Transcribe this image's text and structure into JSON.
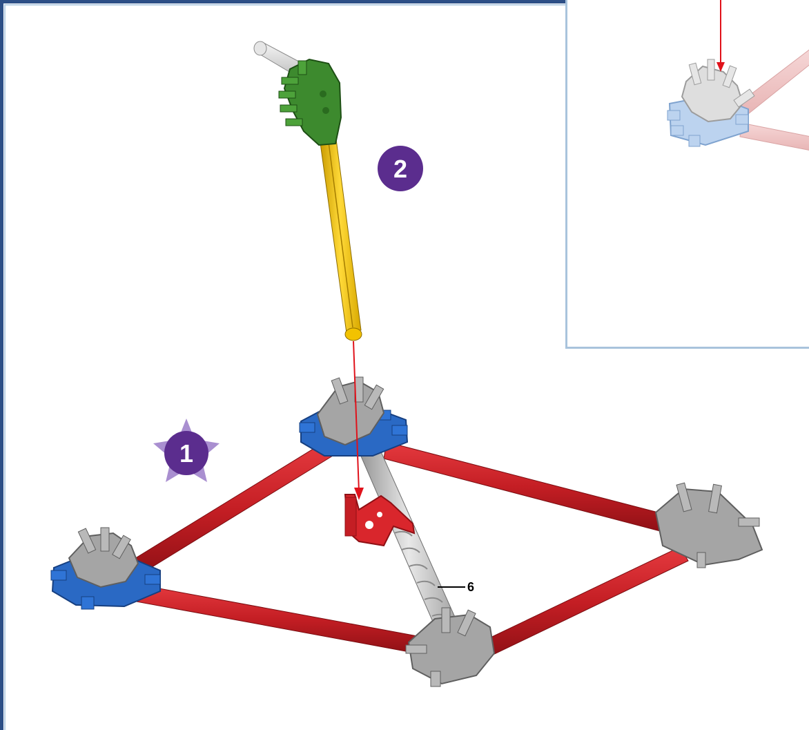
{
  "steps": [
    {
      "number": "1",
      "highlighted": true
    },
    {
      "number": "2",
      "highlighted": false
    }
  ],
  "callouts": [
    {
      "label": "6",
      "part": "gray rod"
    }
  ],
  "colors": {
    "frame": "#2d4f86",
    "step_badge": "#5b2d8e",
    "star": "#a98fd0",
    "arrow": "#e0121b",
    "red_rod": "#d0262c",
    "yellow_rod": "#f2c200",
    "blue_connector": "#2a69c4",
    "gray_connector": "#9a9a9a",
    "green_connector": "#3d8a2e",
    "inset_border": "#a9c3dc"
  }
}
